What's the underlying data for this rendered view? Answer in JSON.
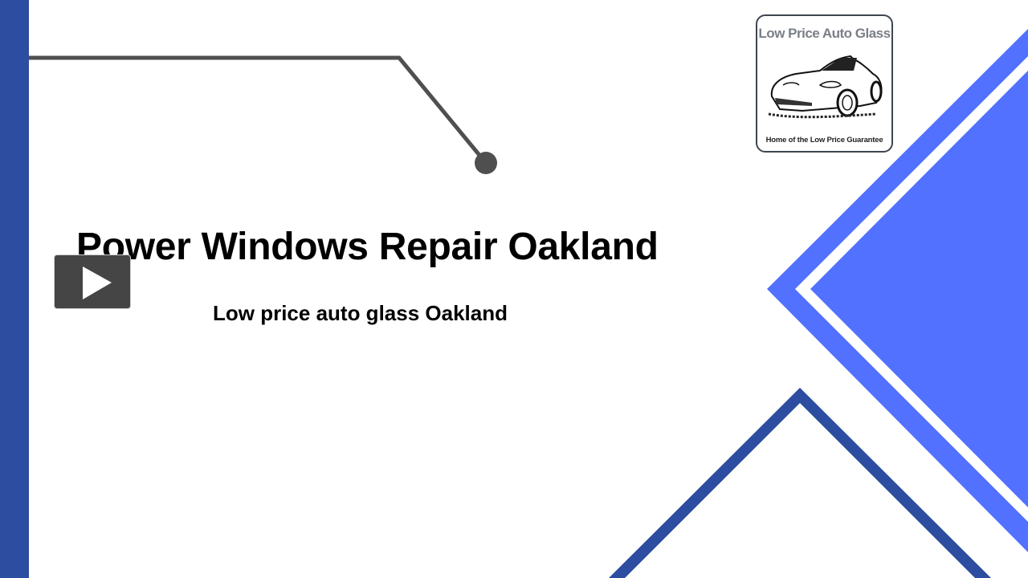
{
  "slide": {
    "title": "Power Windows Repair Oakland",
    "subtitle": "Low price auto glass Oakland"
  },
  "logo": {
    "top_text": "Low Price Auto Glass",
    "bottom_text": "Home of the Low Price Guarantee",
    "image": "convertible-sports-car-sketch"
  },
  "play_button": {
    "icon": "play-icon"
  },
  "colors": {
    "sidebar_blue": "#2c4da0",
    "accent_blue": "#5271ff",
    "dark_chevron": "#2c4da0",
    "line_gray": "#4f4f4f",
    "text": "#000000"
  }
}
